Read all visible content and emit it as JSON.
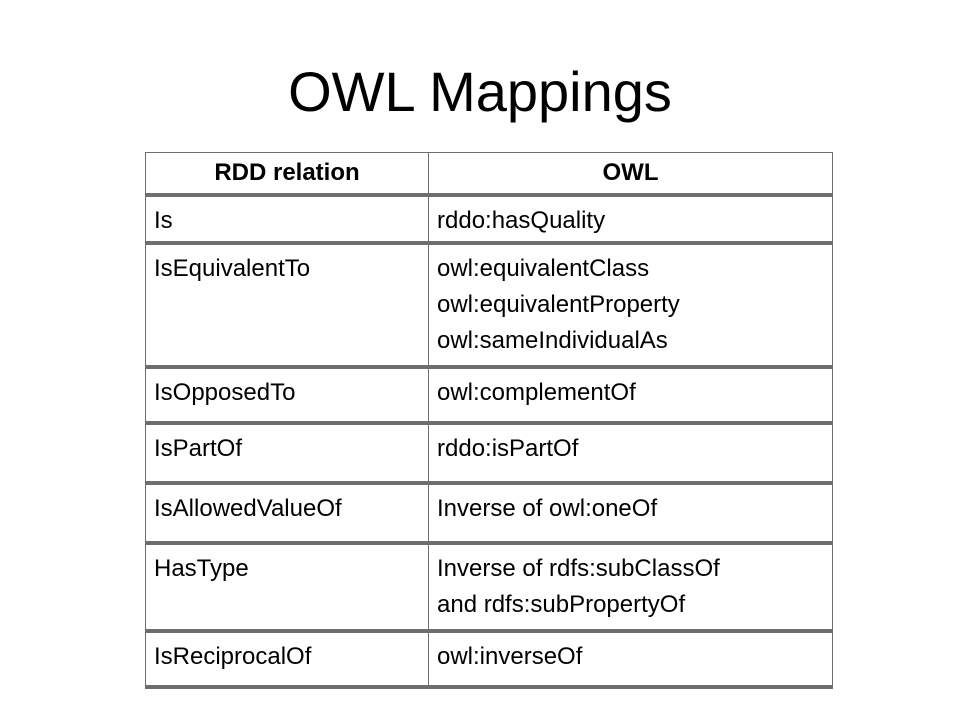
{
  "slide": {
    "title": "OWL Mappings"
  },
  "table": {
    "headers": [
      "RDD relation",
      "OWL"
    ],
    "rows": [
      {
        "relation": "Is",
        "owl": [
          "rddo:hasQuality"
        ]
      },
      {
        "relation": "IsEquivalentTo",
        "owl": [
          "owl:equivalentClass",
          "owl:equivalentProperty",
          "owl:sameIndividualAs"
        ]
      },
      {
        "relation": "IsOpposedTo",
        "owl": [
          "owl:complementOf"
        ]
      },
      {
        "relation": "IsPartOf",
        "owl": [
          "rddo:isPartOf"
        ]
      },
      {
        "relation": "IsAllowedValueOf",
        "owl": [
          "Inverse of owl:oneOf"
        ]
      },
      {
        "relation": "HasType",
        "owl": [
          "Inverse of rdfs:subClassOf",
          "and rdfs:subPropertyOf"
        ]
      },
      {
        "relation": "IsReciprocalOf",
        "owl": [
          "owl:inverseOf"
        ]
      }
    ]
  }
}
